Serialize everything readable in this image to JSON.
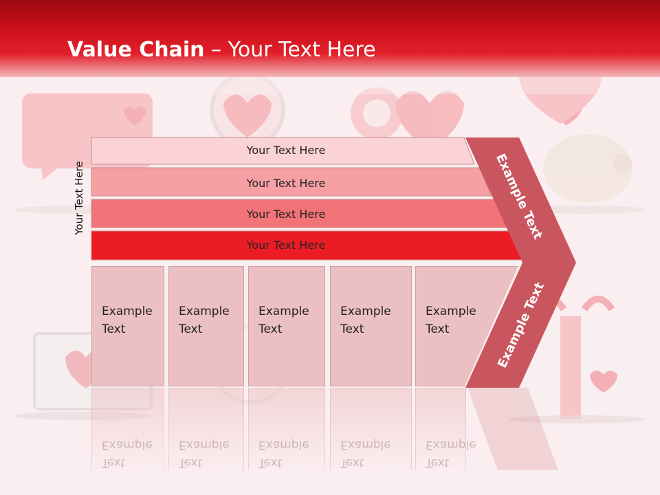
{
  "slide": {
    "title_bold": "Value Chain",
    "title_rest": " – Your Text Here"
  },
  "side_label": "Your Text Here",
  "bars": [
    {
      "label": "Your Text Here",
      "color": "#fbd2d5"
    },
    {
      "label": "Your Text Here",
      "color": "#f6a0a4"
    },
    {
      "label": "Your Text Here",
      "color": "#f27378"
    },
    {
      "label": "Your Text Here",
      "color": "#ec1c25"
    }
  ],
  "boxes": [
    {
      "line1": "Example",
      "line2": "Text"
    },
    {
      "line1": "Example",
      "line2": "Text"
    },
    {
      "line1": "Example",
      "line2": "Text"
    },
    {
      "line1": "Example",
      "line2": "Text"
    },
    {
      "line1": "Example",
      "line2": "Text"
    }
  ],
  "chevron": {
    "upper_text": "Example Text",
    "lower_text": "Example Text",
    "color": "#c9565e"
  },
  "colors": {
    "header": "#c80f1b",
    "background": "#fbeef0"
  }
}
